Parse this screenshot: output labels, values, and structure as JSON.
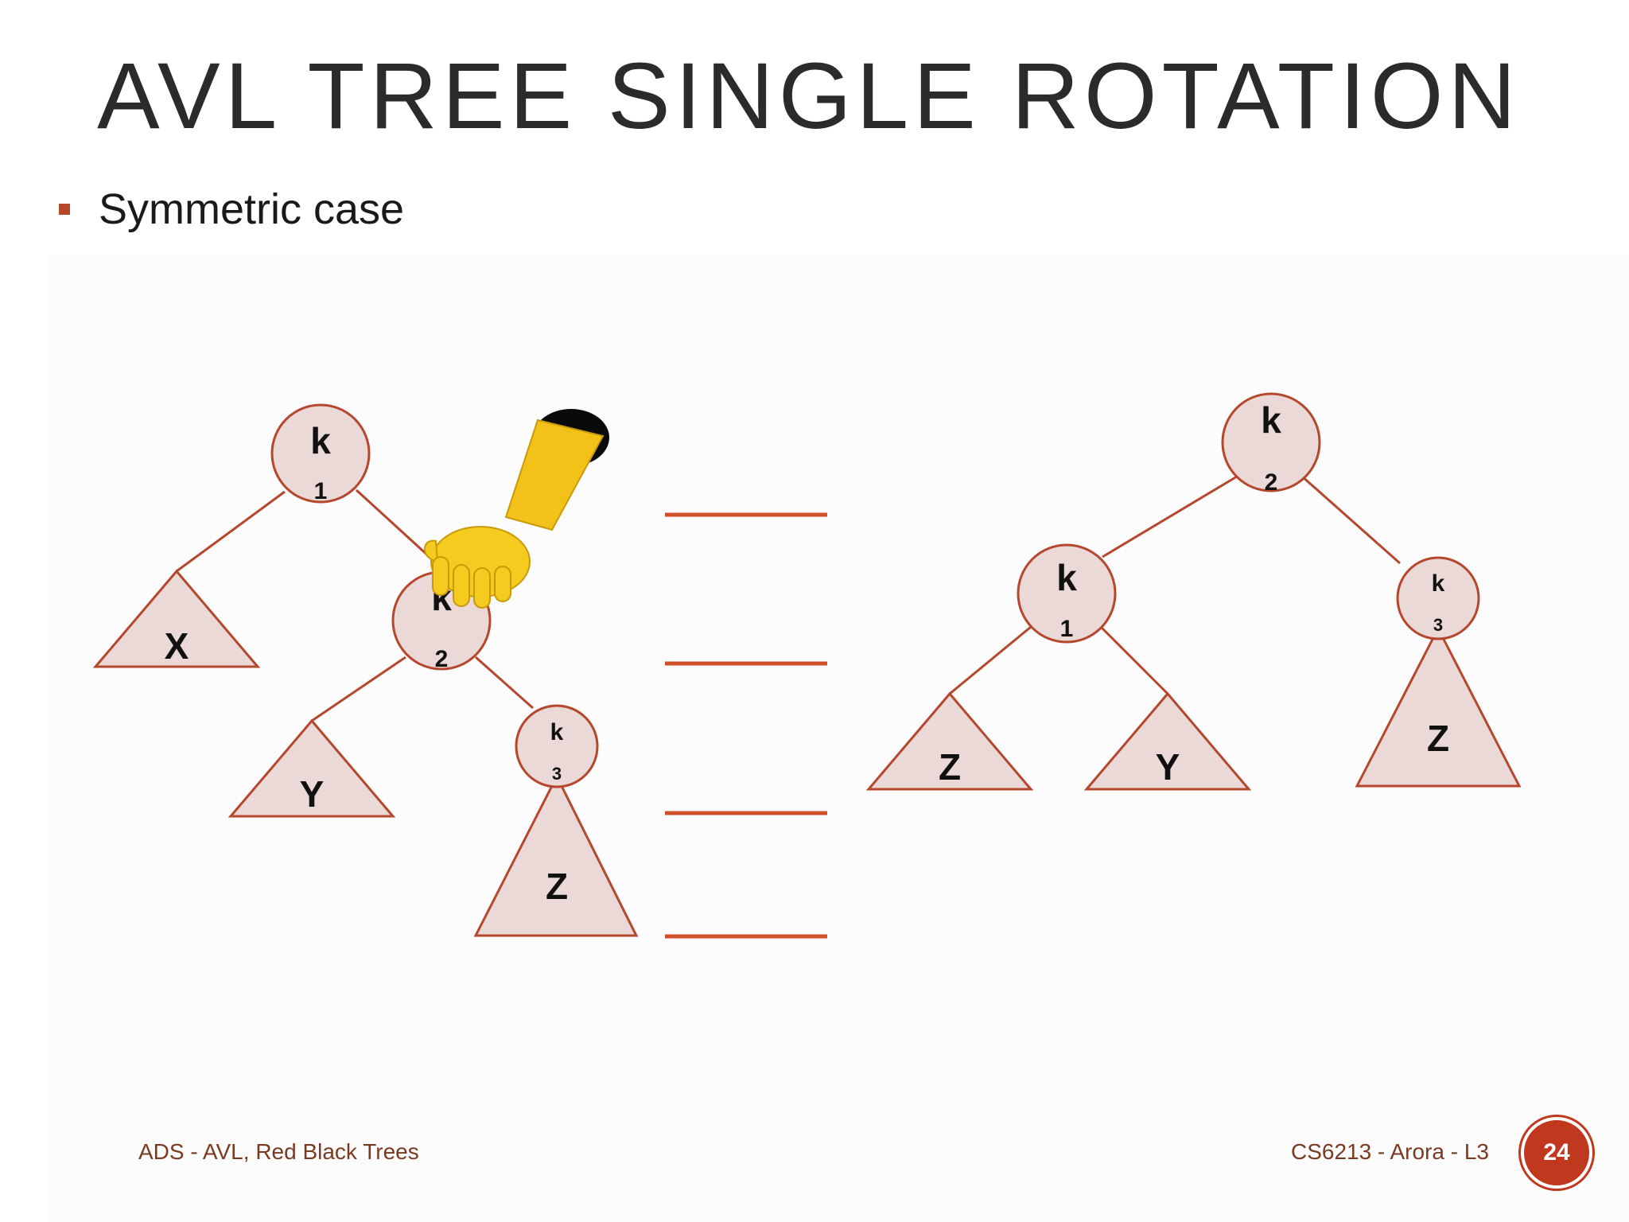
{
  "slide": {
    "title": "AVL TREE SINGLE ROTATION",
    "bullet": "Symmetric case",
    "footer_left": "ADS - AVL, Red Black Trees",
    "footer_right": "CS6213 - Arora - L3",
    "page_number": "24"
  },
  "diagram": {
    "before": {
      "nodes": [
        {
          "letter": "k",
          "sub": "1"
        },
        {
          "letter": "k",
          "sub": "2"
        },
        {
          "letter": "k",
          "sub": "3"
        }
      ],
      "subtrees": [
        "X",
        "Y",
        "Z"
      ]
    },
    "after": {
      "nodes": [
        {
          "letter": "k",
          "sub": "2"
        },
        {
          "letter": "k",
          "sub": "1"
        },
        {
          "letter": "k",
          "sub": "3"
        }
      ],
      "subtrees": [
        "Z",
        "Y",
        "Z"
      ]
    }
  },
  "colors": {
    "edge": "#b5472c",
    "node_fill": "#ead9d7",
    "accent": "#c0391f"
  }
}
